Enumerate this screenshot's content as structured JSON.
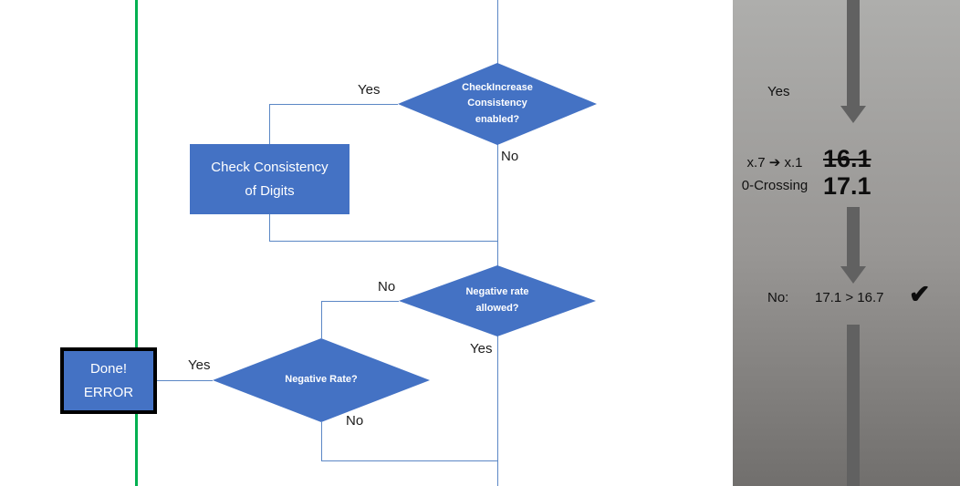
{
  "flowchart": {
    "decision_check_increase": "CheckIncrease\nConsistency\nenabled?",
    "process_check_consistency": "Check Consistency\nof Digits",
    "decision_negative_rate_allowed": "Negative rate\nallowed?",
    "decision_negative_rate": "Negative Rate?",
    "terminator_done_error": "Done!\nERROR",
    "labels": {
      "yes_check_increase": "Yes",
      "no_check_increase": "No",
      "no_negative_allowed": "No",
      "yes_negative_allowed": "Yes",
      "yes_negative_rate": "Yes",
      "no_negative_rate": "No"
    }
  },
  "side_panel": {
    "yes_label": "Yes",
    "transition_note": "x.7 ➔ x.1\n0-Crossing",
    "old_value": "16.1",
    "new_value": "17.1",
    "no_label": "No:",
    "comparison": "17.1 > 16.7",
    "checkmark": "✔"
  },
  "colors": {
    "shape_fill": "#4472C4",
    "connector": "#5B87C5",
    "divider_green": "#00B050",
    "arrow_gray": "#616161",
    "panel_top": "#AEAEAC",
    "panel_bottom": "#716F6D"
  }
}
